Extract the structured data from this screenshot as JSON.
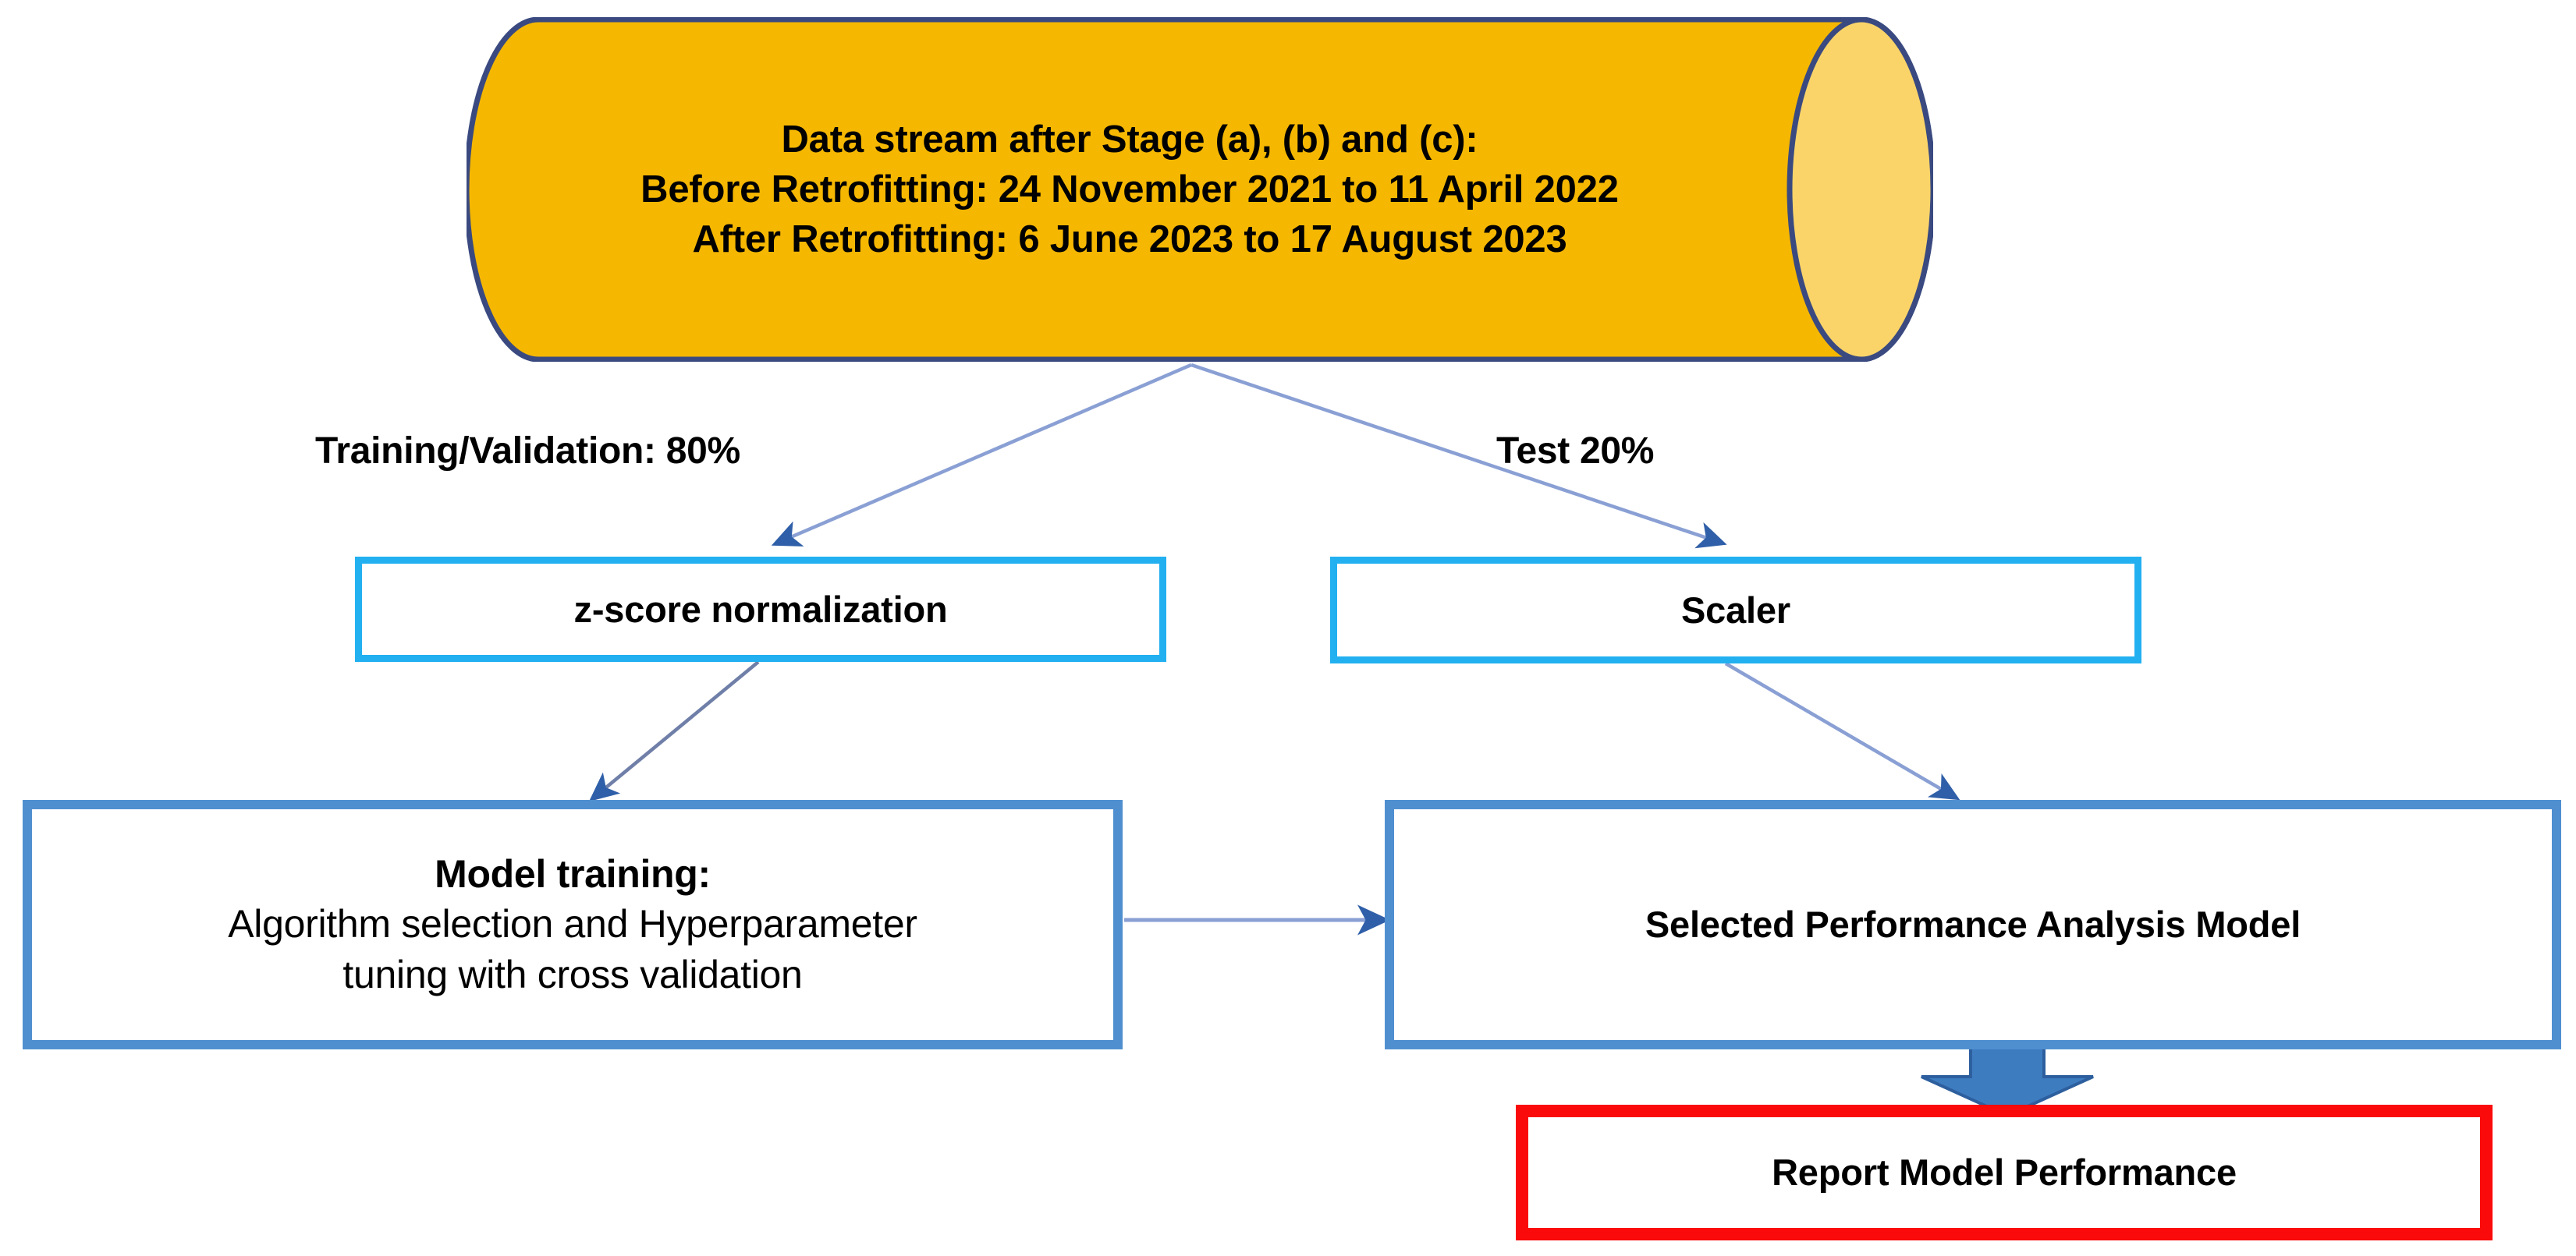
{
  "diagram": {
    "title": "Machine learning modelling pipeline flowchart",
    "colors": {
      "cylinder_fill": "#f5b700",
      "cylinder_cap_fill": "#fbd469",
      "cylinder_stroke": "#3a4a80",
      "cyan_border": "#22b0f0",
      "blue_border": "#4f8fd0",
      "red_border": "#fa0a0a",
      "connector_line": "#8aa0d4",
      "arrow_fill": "#2f5fa8",
      "block_arrow_fill": "#3e7cc0",
      "background": "#ffffff",
      "text": "#000000"
    },
    "datastore": {
      "name": "data-stream-cylinder",
      "line1": "Data stream after Stage (a), (b) and (c):",
      "line2": "Before Retrofitting: 24 November 2021 to 11 April 2022",
      "line3": "After Retrofitting: 6 June 2023 to 17 August 2023"
    },
    "edge_labels": {
      "training_split": "Training/Validation: 80%",
      "test_split": "Test 20%"
    },
    "nodes": {
      "zscore": "z-score normalization",
      "scaler": "Scaler",
      "model_training_heading": "Model training:",
      "model_training_body_line1": "Algorithm selection and Hyperparameter",
      "model_training_body_line2": "tuning with cross validation",
      "selected_model": "Selected Performance Analysis Model",
      "report": "Report Model Performance"
    },
    "edges": [
      {
        "from": "data-stream-cylinder",
        "to": "zscore",
        "label": "Training/Validation: 80%"
      },
      {
        "from": "data-stream-cylinder",
        "to": "scaler",
        "label": "Test 20%"
      },
      {
        "from": "zscore",
        "to": "model-training",
        "label": ""
      },
      {
        "from": "scaler",
        "to": "selected-model",
        "label": ""
      },
      {
        "from": "model-training",
        "to": "selected-model",
        "label": ""
      },
      {
        "from": "selected-model",
        "to": "report",
        "label": ""
      }
    ]
  }
}
